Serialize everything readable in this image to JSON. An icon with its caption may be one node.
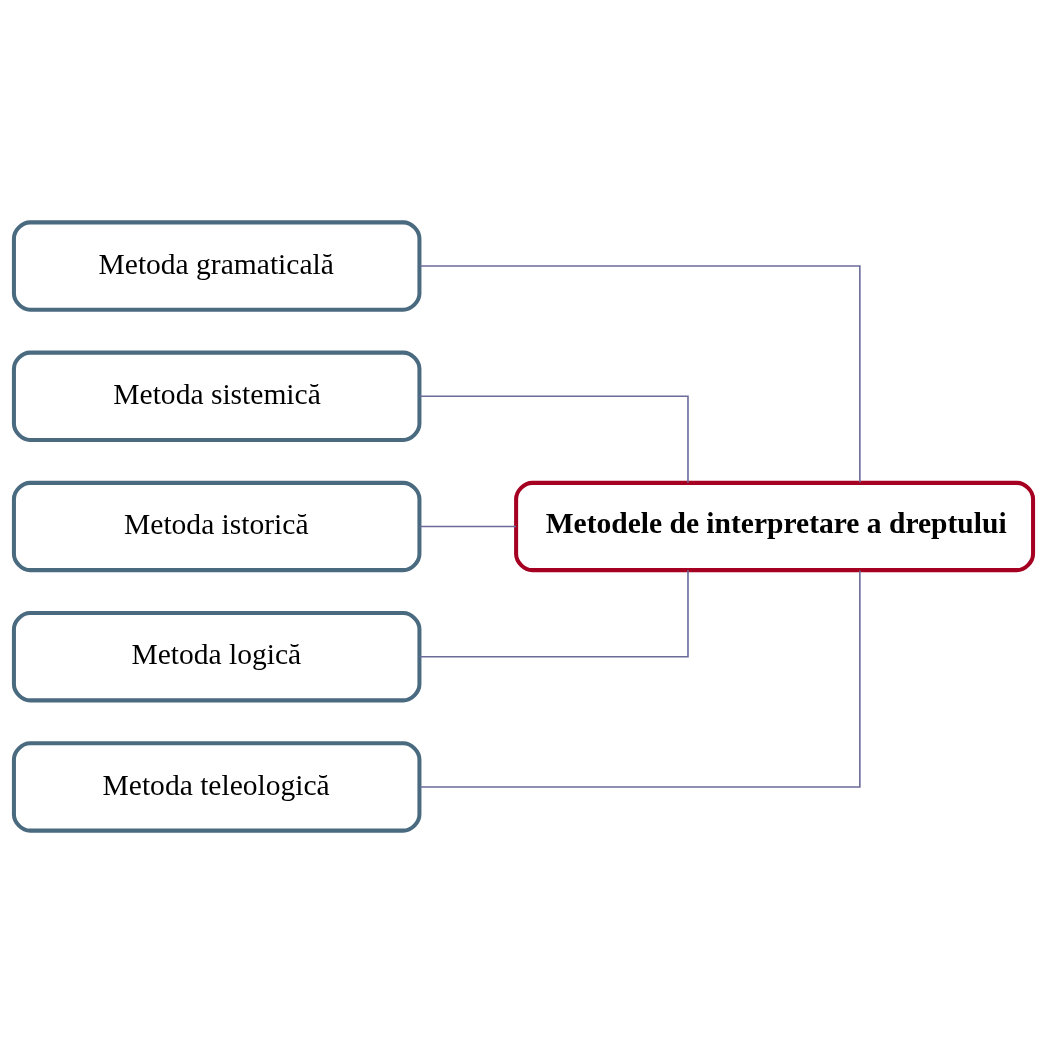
{
  "diagram": {
    "nodes": [
      {
        "text": [
          "Metodele de interpretare a dreptului"
        ]
      },
      {
        "text": [
          "Metoda gramaticală"
        ]
      },
      {
        "text": [
          "Metoda sistemică"
        ]
      },
      {
        "text": [
          "Metoda istorică"
        ]
      },
      {
        "text": [
          "Metoda logică"
        ]
      },
      {
        "text": [
          "Metoda teleologică"
        ]
      }
    ],
    "edges": [
      {
        "from": 0,
        "to": 1,
        "arrow": "none"
      },
      {
        "from": 0,
        "to": 2,
        "arrow": "none"
      },
      {
        "from": 0,
        "to": 3,
        "arrow": "none"
      },
      {
        "from": 0,
        "to": 4,
        "arrow": "none"
      },
      {
        "from": 0,
        "to": 5,
        "arrow": "none"
      }
    ]
  }
}
